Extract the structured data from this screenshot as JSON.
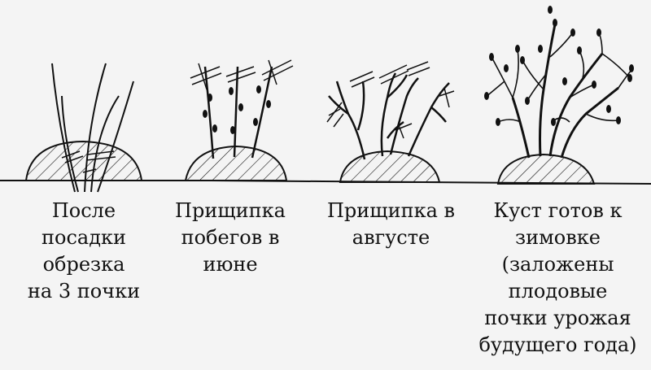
{
  "stages": [
    {
      "id": "stage-1",
      "caption": "После\nпосадки\nобрезка\nна 3 почки"
    },
    {
      "id": "stage-2",
      "caption": "Прищипка\nпобегов в\nиюне"
    },
    {
      "id": "stage-3",
      "caption": "Прищипка в\nавгусте"
    },
    {
      "id": "stage-4",
      "caption": "Куст готов к\nзимовке\n(заложены\nплодовые\nпочки урожая\nбудущего года)"
    }
  ],
  "colors": {
    "ink": "#111111",
    "background": "#f4f4f4"
  }
}
